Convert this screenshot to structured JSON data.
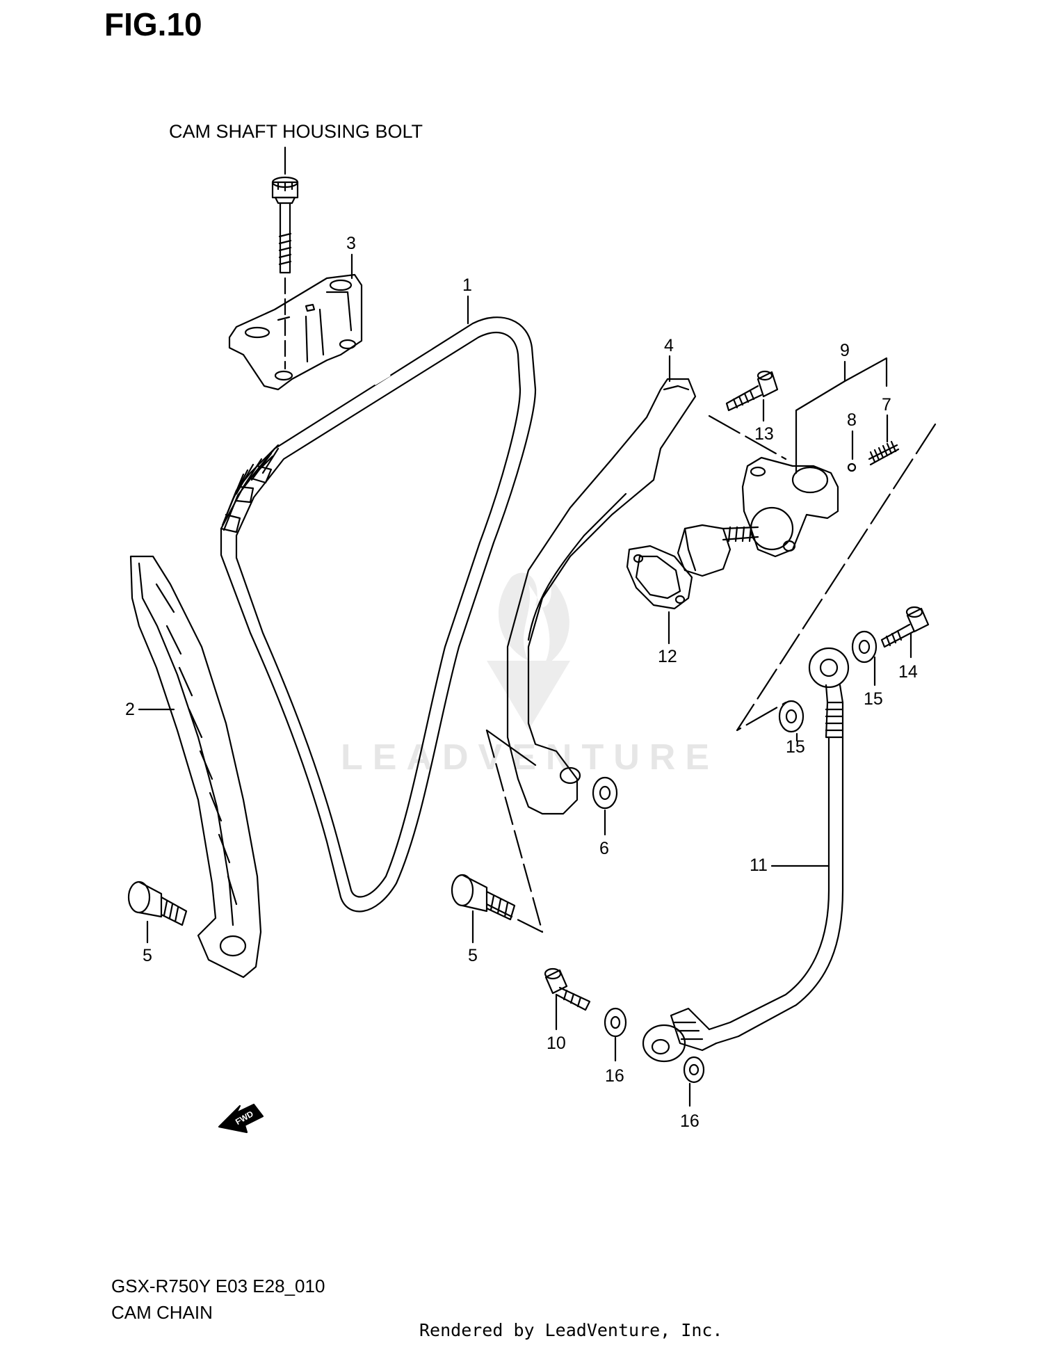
{
  "figure": {
    "title": "FIG.10",
    "header_label": "CAM SHAFT HOUSING BOLT",
    "model_code": "GSX-R750Y E03 E28_010",
    "section_name": "CAM CHAIN",
    "rendered_by": "Rendered by LeadVenture, Inc.",
    "watermark": "LEADVENTURE",
    "direction_arrow": "FWD"
  },
  "callouts": [
    "1",
    "2",
    "3",
    "4",
    "5",
    "5",
    "6",
    "7",
    "8",
    "9",
    "10",
    "11",
    "12",
    "13",
    "14",
    "15",
    "15",
    "16",
    "16"
  ],
  "parts": [
    {
      "ref": "1",
      "icon": "cam-chain-icon"
    },
    {
      "ref": "2",
      "icon": "chain-guide-icon"
    },
    {
      "ref": "3",
      "icon": "guide-bracket-icon"
    },
    {
      "ref": "4",
      "icon": "tensioner-guide-icon"
    },
    {
      "ref": "5",
      "icon": "guide-bolt-icon"
    },
    {
      "ref": "6",
      "icon": "washer-icon"
    },
    {
      "ref": "7",
      "icon": "tensioner-assembly-icon"
    },
    {
      "ref": "8",
      "icon": "spring-icon"
    },
    {
      "ref": "9",
      "icon": "ball-icon"
    },
    {
      "ref": "10",
      "icon": "gasket-icon"
    },
    {
      "ref": "11",
      "icon": "bolt-icon"
    },
    {
      "ref": "12",
      "icon": "oil-hose-icon"
    },
    {
      "ref": "13",
      "icon": "union-bolt-icon"
    },
    {
      "ref": "14",
      "icon": "union-bolt-icon"
    },
    {
      "ref": "15",
      "icon": "gasket-washer-icon"
    },
    {
      "ref": "16",
      "icon": "gasket-washer-icon"
    }
  ]
}
